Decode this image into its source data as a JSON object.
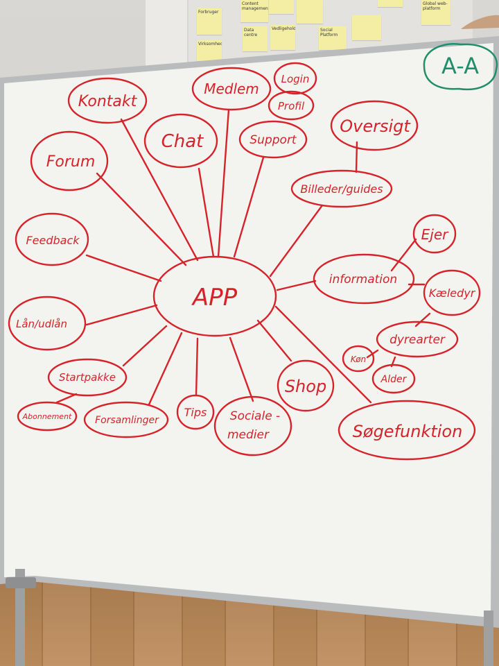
{
  "background_postits": [
    "Forbruger",
    "Virksomheder",
    "Content management",
    "Data centre",
    "Vedligeholdelse",
    "Social Platform",
    "Global web-platform"
  ],
  "corner_logo": "A-A",
  "mindmap": {
    "center": "APP",
    "nodes": {
      "kontakt": "Kontakt",
      "medlem": "Medlem",
      "login": "Login",
      "profil": "Profil",
      "forum": "Forum",
      "chat": "Chat",
      "support": "Support",
      "oversigt": "Oversigt",
      "billeder": "Billeder/guides",
      "feedback": "Feedback",
      "ejer": "Ejer",
      "information": "information",
      "kaeledyr": "Kæledyr",
      "laan": "Lån/udlån",
      "dyrearter": "dyrearter",
      "koen": "Køn",
      "alder": "Alder",
      "startpakke": "Startpakke",
      "abonnement": "Abonnement",
      "forsamlinger": "Forsamlinger",
      "tips": "Tips",
      "sociale1": "Sociale -",
      "sociale2": "medier",
      "shop": "Shop",
      "soege": "Søgefunktion"
    }
  },
  "colors": {
    "marker": "#d62228",
    "board": "#f4f4f2",
    "logo": "#1f8f6b"
  }
}
